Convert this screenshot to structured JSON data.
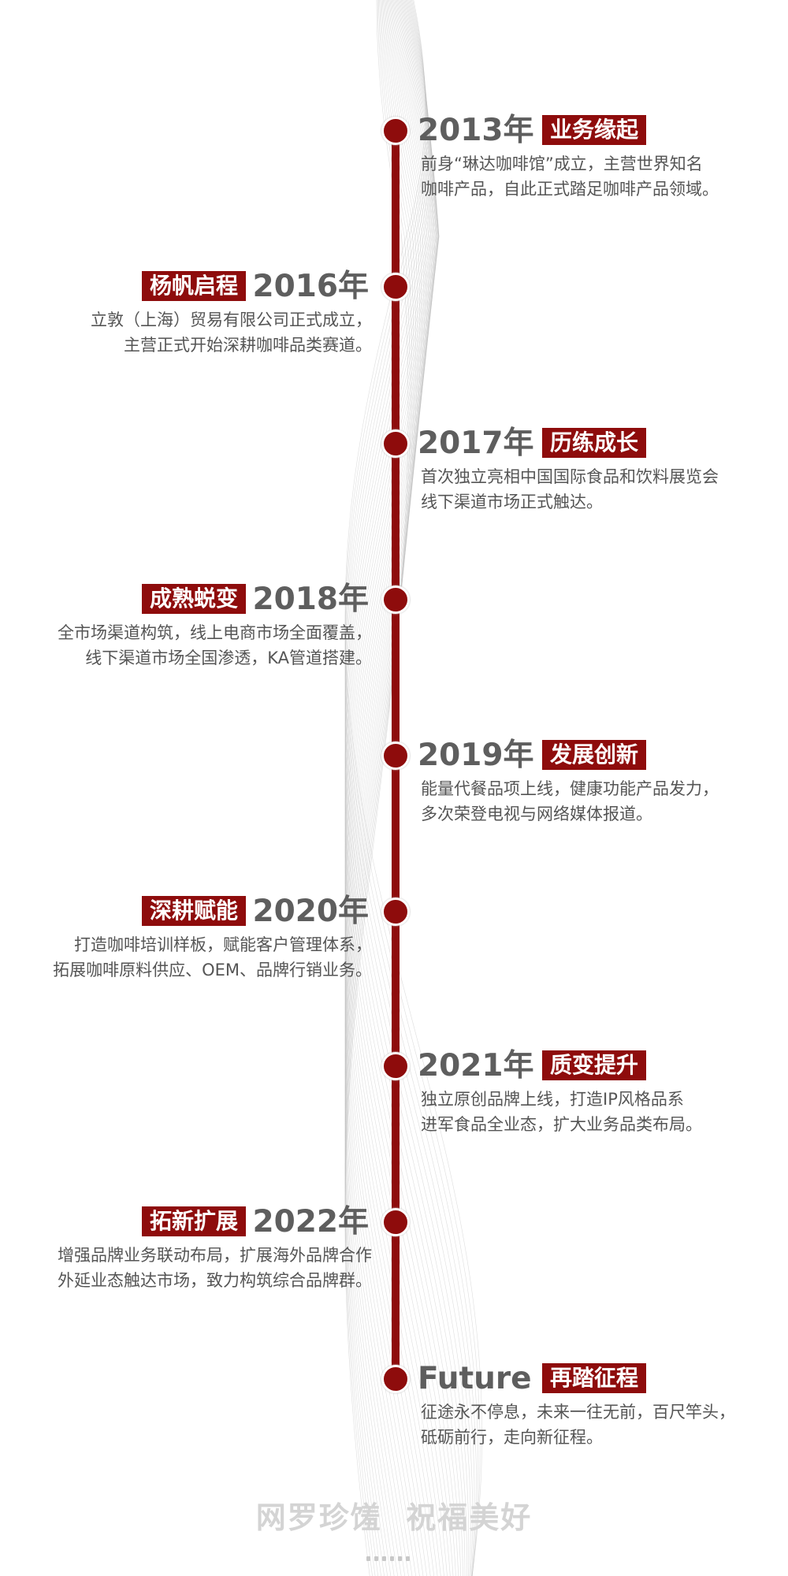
{
  "timeline": [
    {
      "side": "right",
      "year": "2013年",
      "badge": "业务缘起",
      "lines": [
        "前身“琳达咖啡馆”成立，主营世界知名",
        "咖啡产品，自此正式踏足咖啡产品领域。"
      ]
    },
    {
      "side": "left",
      "year": "2016年",
      "badge": "杨帆启程",
      "lines": [
        "立敦（上海）贸易有限公司正式成立，",
        "主营正式开始深耕咖啡品类赛道。"
      ]
    },
    {
      "side": "right",
      "year": "2017年",
      "badge": "历练成长",
      "lines": [
        "首次独立亮相中国国际食品和饮料展览会",
        "线下渠道市场正式触达。"
      ]
    },
    {
      "side": "left",
      "year": "2018年",
      "badge": "成熟蜕变",
      "lines": [
        "全市场渠道构筑，线上电商市场全面覆盖，",
        "线下渠道市场全国渗透，KA管道搭建。"
      ]
    },
    {
      "side": "right",
      "year": "2019年",
      "badge": "发展创新",
      "lines": [
        "能量代餐品项上线，健康功能产品发力，",
        "多次荣登电视与网络媒体报道。"
      ]
    },
    {
      "side": "left",
      "year": "2020年",
      "badge": "深耕赋能",
      "lines": [
        "打造咖啡培训样板，赋能客户管理体系，",
        "拓展咖啡原料供应、OEM、品牌行销业务。"
      ]
    },
    {
      "side": "right",
      "year": "2021年",
      "badge": "质变提升",
      "lines": [
        "独立原创品牌上线，打造IP风格品系",
        "进军食品全业态，扩大业务品类布局。"
      ]
    },
    {
      "side": "left",
      "year": "2022年",
      "badge": "拓新扩展",
      "lines": [
        "增强品牌业务联动布局，扩展海外品牌合作",
        "外延业态触达市场，致力构筑综合品牌群。"
      ]
    },
    {
      "side": "right",
      "year": "Future",
      "badge": "再踏征程",
      "lines": [
        "征途永不停息，未来一往无前，百尺竿头，",
        "砥砺前行，走向新征程。"
      ]
    }
  ],
  "slogan": "网罗珍馐  祝福美好",
  "colors": {
    "accent": "#8e0c0c",
    "year": "#5e5e5e",
    "text": "#555555"
  }
}
